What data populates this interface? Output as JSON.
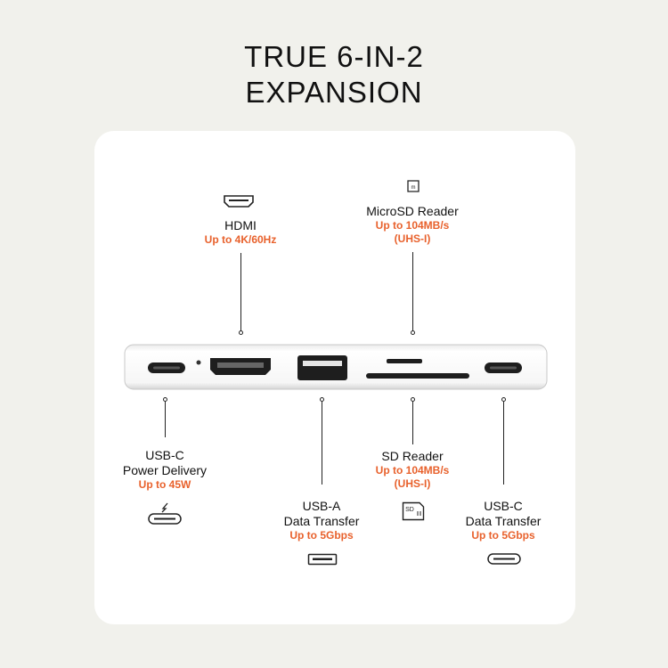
{
  "title": {
    "line1": "TRUE 6-IN-2",
    "line2": "EXPANSION"
  },
  "ports": {
    "hdmi": {
      "name": "HDMI",
      "spec": "Up to 4K/60Hz",
      "icon": "hdmi-icon"
    },
    "microsd": {
      "name": "MicroSD Reader",
      "spec_line1": "Up to 104MB/s",
      "spec_line2": "(UHS-I)",
      "icon": "microsd-icon"
    },
    "usbc_pd": {
      "name_line1": "USB-C",
      "name_line2": "Power Delivery",
      "spec": "Up to 45W",
      "icon": "usbc-power-icon"
    },
    "usba": {
      "name_line1": "USB-A",
      "name_line2": "Data Transfer",
      "spec": "Up to 5Gbps",
      "icon": "usba-icon"
    },
    "sd": {
      "name": "SD Reader",
      "spec_line1": "Up to 104MB/s",
      "spec_line2": "(UHS-I)",
      "icon": "sd-card-icon",
      "icon_text": "SD"
    },
    "usbc_data": {
      "name_line1": "USB-C",
      "name_line2": "Data Transfer",
      "spec": "Up to 5Gbps",
      "icon": "usbc-icon"
    }
  },
  "colors": {
    "accent": "#e8612c",
    "background": "#f1f1ec",
    "card": "#ffffff",
    "ink": "#111111"
  }
}
